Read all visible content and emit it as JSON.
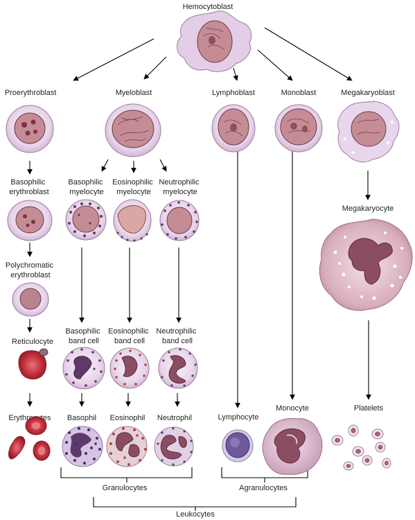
{
  "colors": {
    "cell_membrane": "#e6d2e6",
    "cell_edge": "#9a7e9a",
    "nucleus": "#c58c95",
    "nucleus_edge": "#6d3945",
    "rbc": "#c2303c",
    "granule": "#5d3a6b",
    "eos_granule": "#b0463b",
    "lymph_nucleus": "#6e5a9a",
    "line": "#000000"
  },
  "labels": {
    "hemocytoblast": "Hemocytoblast",
    "proerythroblast": "Proerythroblast",
    "myeloblast": "Myeloblast",
    "lymphoblast": "Lymphoblast",
    "monoblast": "Monoblast",
    "megakaryoblast": "Megakaryoblast",
    "basophilic_erythroblast": [
      "Basophilic",
      "erythroblast"
    ],
    "basophilic_myelocyte": [
      "Basophilic",
      "myelocyte"
    ],
    "eosinophilic_myelocyte": [
      "Eosinophilic",
      "myelocyte"
    ],
    "neutrophilic_myelocyte": [
      "Neutrophilic",
      "myelocyte"
    ],
    "megakaryocyte": "Megakaryocyte",
    "polychromatic_erythroblast": [
      "Polychromatic",
      "erythroblast"
    ],
    "reticulocyte": "Reticulocyte",
    "basophilic_band": [
      "Basophilic",
      "band cell"
    ],
    "eosinophilic_band": [
      "Eosinophilic",
      "band cell"
    ],
    "neutrophilic_band": [
      "Neutrophilic",
      "band cell"
    ],
    "erythrocytes": "Erythrocytes",
    "basophil": "Basophil",
    "eosinophil": "Eosinophil",
    "neutrophil": "Neutrophil",
    "lymphocyte": "Lymphocyte",
    "monocyte": "Monocyte",
    "platelets": "Platelets",
    "granulocytes": "Granulocytes",
    "agranulocytes": "Agranulocytes",
    "leukocytes": "Leukocytes"
  }
}
